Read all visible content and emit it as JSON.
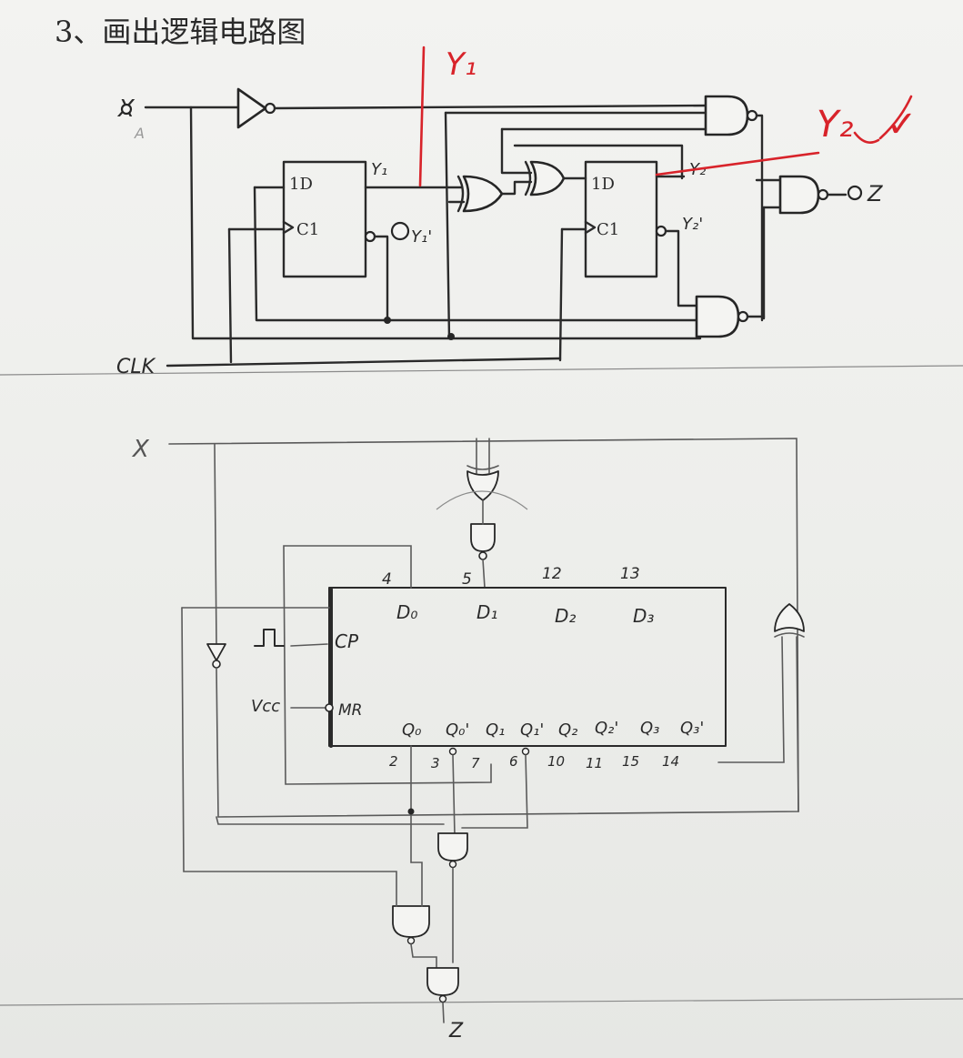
{
  "heading": "3、画出逻辑电路图",
  "top_circuit": {
    "input_x": "X",
    "input_x_letter_faint": "A",
    "clock": "CLK",
    "ff1": {
      "d": "1D",
      "c": "C1",
      "q": "Y₁",
      "qn": "Y₁'"
    },
    "ff2": {
      "d": "1D",
      "c": "C1",
      "q": "Y₂",
      "qn": "Y₂'"
    },
    "output": "Z",
    "red_annotations": {
      "y1": "Y₁",
      "y2": "Y₂",
      "check": "✓"
    }
  },
  "bottom_circuit": {
    "input_x": "X",
    "chip_inputs": [
      "D₀",
      "D₁",
      "D₂",
      "D₃"
    ],
    "chip_input_pins": [
      "4",
      "5",
      "12",
      "13"
    ],
    "chip_outputs": [
      "Q₀",
      "Q₀'",
      "Q₁",
      "Q₁'",
      "Q₂",
      "Q₂'",
      "Q₃",
      "Q₃'"
    ],
    "chip_output_pins": [
      "2",
      "3",
      "7",
      "6",
      "10",
      "11",
      "15",
      "14"
    ],
    "cp": "CP",
    "mr": "MR",
    "vcc": "Vcc",
    "output": "Z"
  }
}
